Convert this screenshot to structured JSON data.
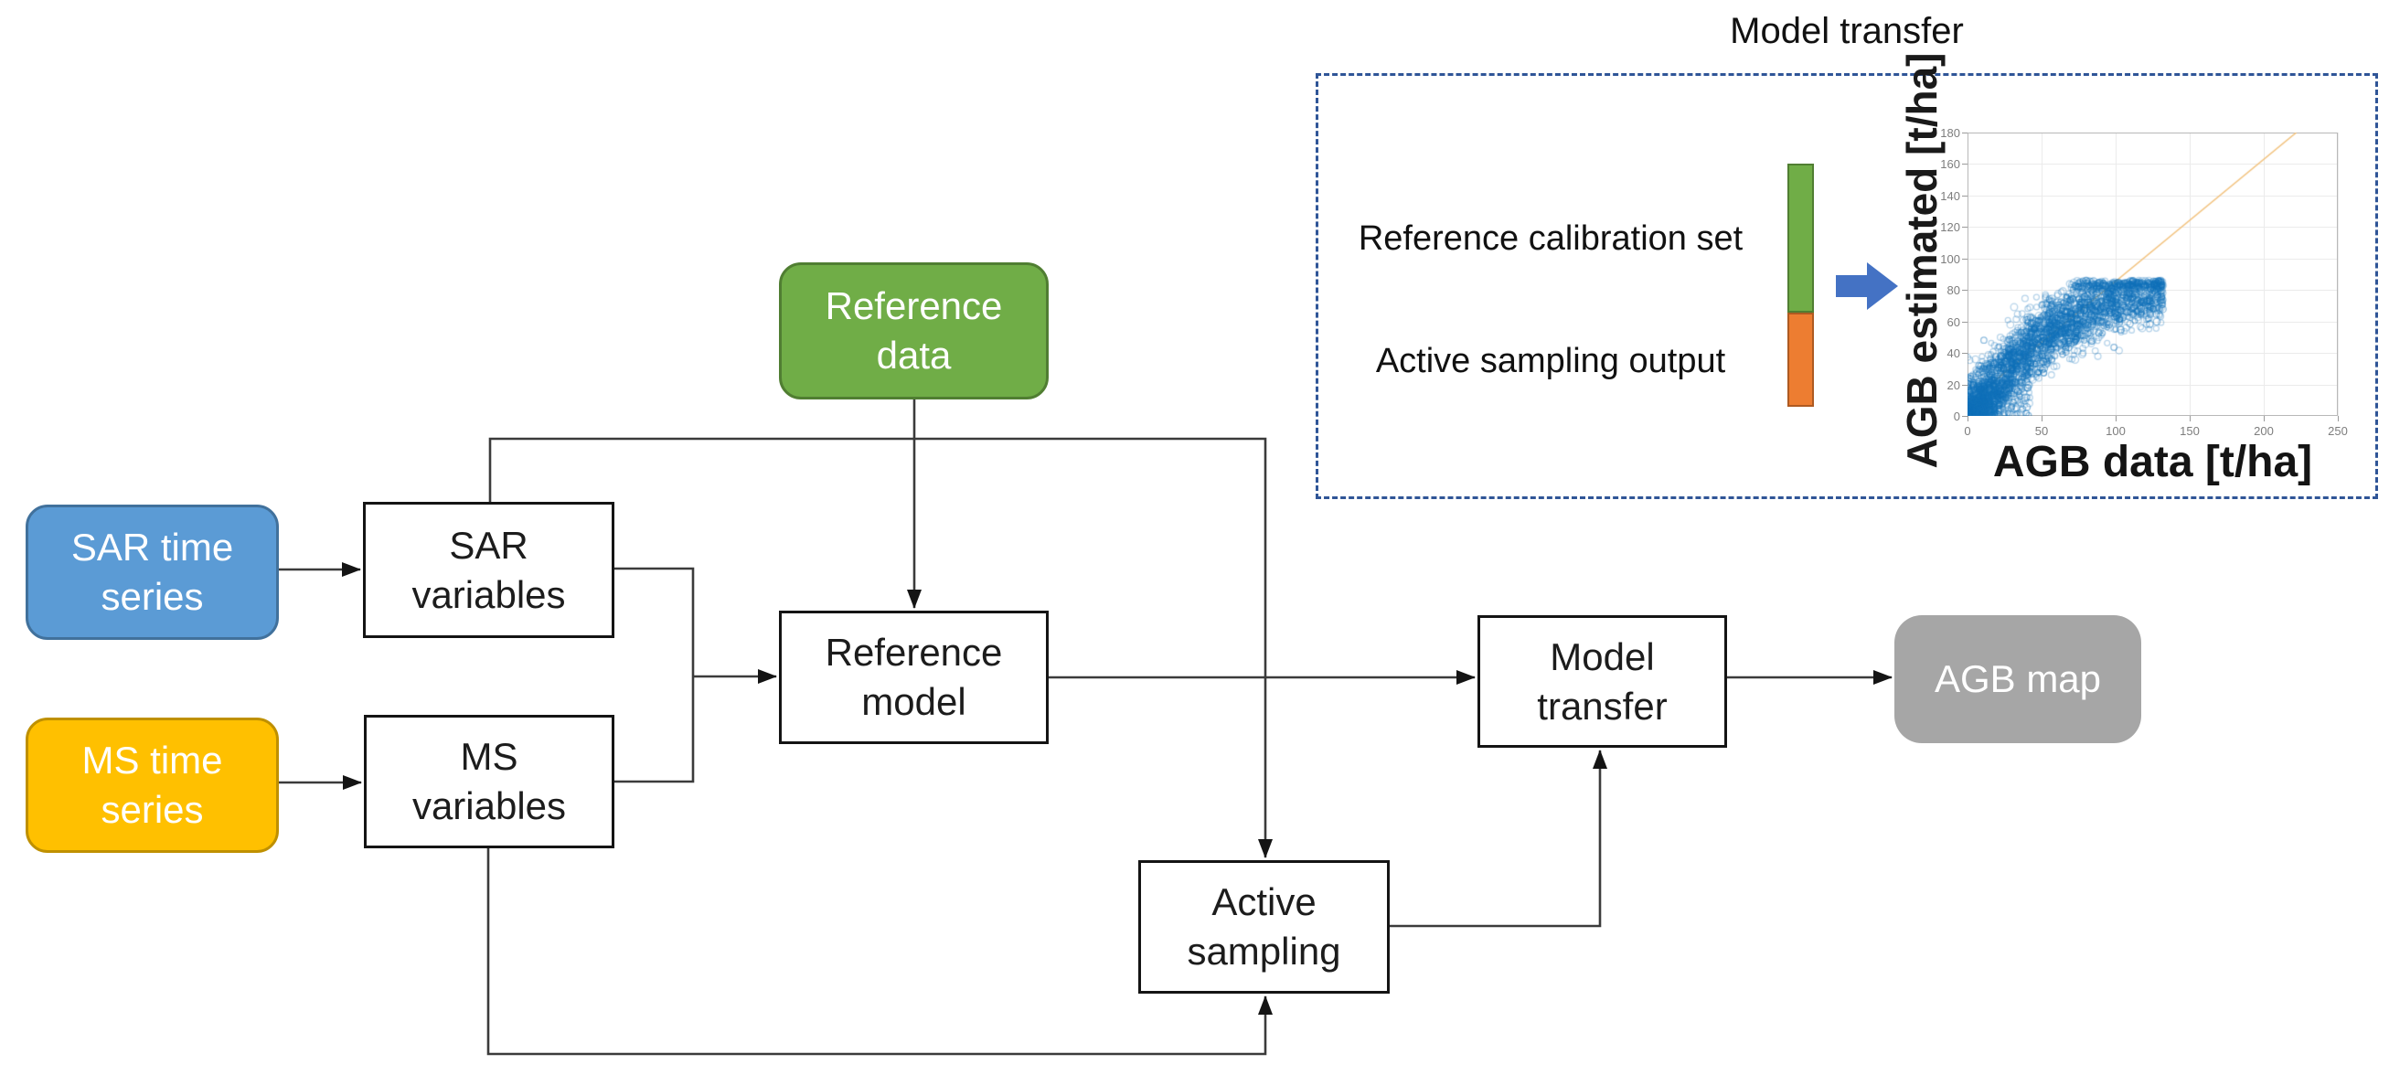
{
  "nodes": {
    "sar_time_series": {
      "line1": "SAR time",
      "line2": "series",
      "fill": "#5B9BD5",
      "border": "#41719C"
    },
    "ms_time_series": {
      "line1": "MS time",
      "line2": "series",
      "fill": "#FFC000",
      "border": "#BF9000"
    },
    "sar_variables": {
      "line1": "SAR",
      "line2": "variables"
    },
    "ms_variables": {
      "line1": "MS",
      "line2": "variables"
    },
    "reference_data": {
      "line1": "Reference",
      "line2": "data",
      "fill": "#70AD47",
      "border": "#507E32"
    },
    "reference_model": {
      "line1": "Reference",
      "line2": "model"
    },
    "active_sampling": {
      "line1": "Active",
      "line2": "sampling"
    },
    "model_transfer": {
      "line1": "Model",
      "line2": "transfer"
    },
    "agb_map": {
      "label": "AGB map",
      "fill": "#A6A6A6"
    }
  },
  "inset": {
    "title": "Model transfer",
    "border_color": "#2F5597",
    "legend": [
      {
        "label": "Reference calibration set",
        "color": "#70AD47",
        "border": "#507E32"
      },
      {
        "label": "Active sampling output",
        "color": "#ED7D31",
        "border": "#AE5A21"
      }
    ],
    "arrow_color": "#4472C4"
  },
  "chart_data": {
    "type": "scatter",
    "title": "",
    "xlabel": "AGB data [t/ha]",
    "ylabel": "AGB estimated [t/ha]",
    "xlim": [
      0,
      250
    ],
    "ylim": [
      0,
      180
    ],
    "xticks": [
      0,
      50,
      100,
      150,
      200,
      250
    ],
    "yticks": [
      0,
      20,
      40,
      60,
      80,
      100,
      120,
      140,
      160,
      180
    ],
    "grid": true,
    "legend_position": "none",
    "marker": {
      "shape": "open-circle",
      "color_rgb": [
        17,
        112,
        184
      ],
      "opacity": 0.3,
      "radius": 3.2
    },
    "cloud": {
      "n_points": 3200,
      "x_max": 132,
      "x_pow": 1.35,
      "y_sat": 85,
      "x_scale": 75,
      "noise_sd": 11,
      "y_cap": 86,
      "bottom_frac": 0.12,
      "seed": 7,
      "description": "dense blue cloud rising steeply from origin and saturating near y=80 for x=60-130"
    },
    "fit_line": {
      "color": "#F2C380",
      "x": [
        0,
        222
      ],
      "y": [
        8,
        180
      ]
    }
  }
}
